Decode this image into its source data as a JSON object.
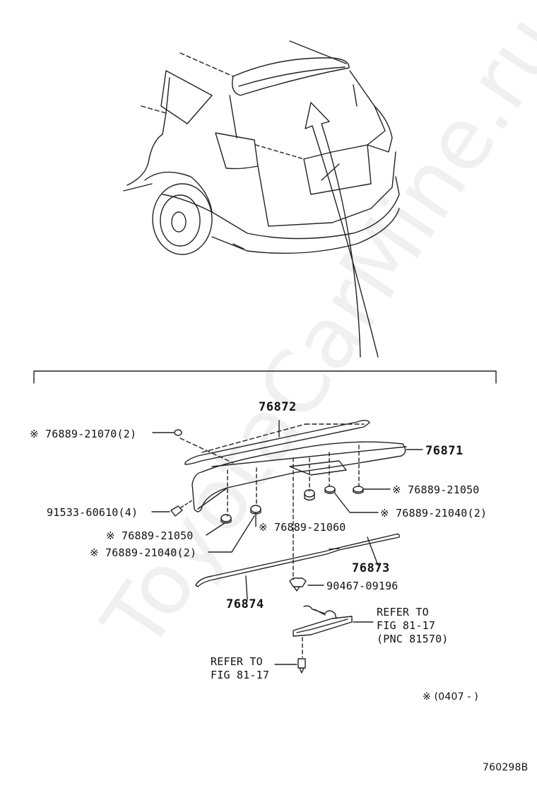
{
  "watermark": "ToyotaCarMine.ru",
  "parts": {
    "p76872": "76872",
    "p76871": "76871",
    "p76889_21070": "※ 76889-21070(2)",
    "p91533": "91533-60610(4)",
    "p76889_21050_left": "※ 76889-21050",
    "p76889_21040_left": "※ 76889-21040(2)",
    "p76889_21060": "※ 76889-21060",
    "p76889_21050_right": "※ 76889-21050",
    "p76889_21040_right": "※ 76889-21040(2)",
    "p76873": "76873",
    "p76874": "76874",
    "p90467": "90467-09196"
  },
  "refs": {
    "ref_light_1": "REFER TO",
    "ref_light_2": "FIG 81-17",
    "ref_light_3": "(PNC 81570)",
    "ref_bolt_1": "REFER TO",
    "ref_bolt_2": "FIG 81-17"
  },
  "notes": {
    "date_range": "※ (0407 -      )",
    "figure_code": "760298B"
  }
}
